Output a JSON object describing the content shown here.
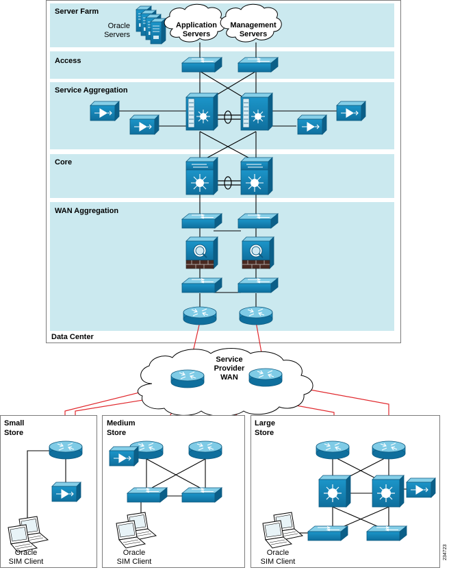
{
  "data_center": {
    "label": "Data Center",
    "tiers": {
      "server_farm": "Server Farm",
      "access": "Access",
      "service_aggregation": "Service Aggregation",
      "core": "Core",
      "wan_aggregation": "WAN Aggregation"
    },
    "oracle_servers": [
      "Oracle",
      "Servers"
    ],
    "application_servers": [
      "Application",
      "Servers"
    ],
    "management_servers": [
      "Management",
      "Servers"
    ]
  },
  "wan": {
    "label_lines": [
      "Service",
      "Provider",
      "WAN"
    ]
  },
  "stores": {
    "small": [
      "Small",
      "Store"
    ],
    "medium": [
      "Medium",
      "Store"
    ],
    "large": [
      "Large",
      "Store"
    ]
  },
  "client_label": [
    "Oracle",
    "SIM Client"
  ],
  "figure_id": "234723",
  "colors": {
    "tier_band": "#cbe9ef",
    "device": "#1a8cc0",
    "device_top": "#7fcbe6",
    "wan_link": "#e0262b",
    "link": "#000000"
  }
}
